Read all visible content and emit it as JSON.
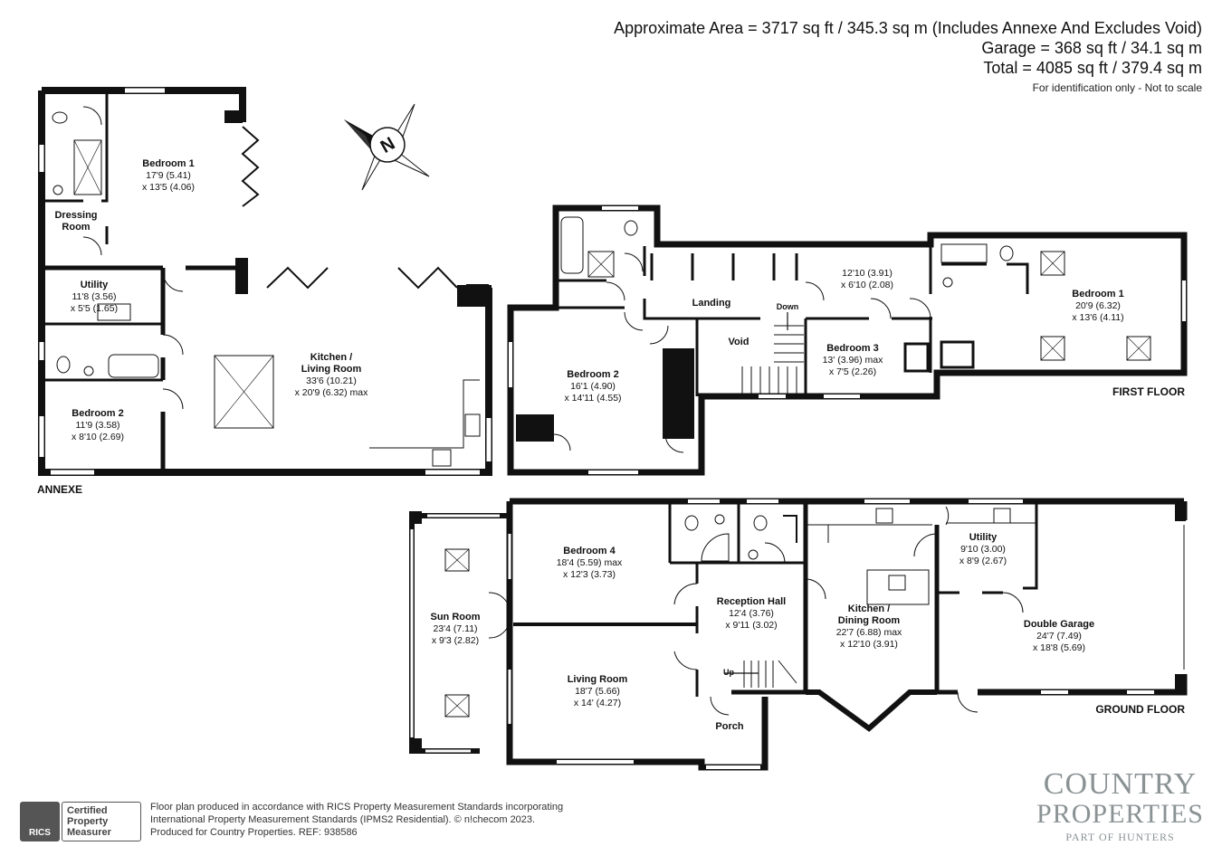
{
  "header": {
    "line1": "Approximate Area = 3717 sq ft / 345.3 sq m (Includes Annexe And Excludes Void)",
    "line2": "Garage = 368 sq ft / 34.1 sq m",
    "line3": "Total = 4085 sq ft / 379.4 sq m",
    "note": "For identification only - Not to scale"
  },
  "floors": {
    "annexe": "ANNEXE",
    "first": "FIRST FLOOR",
    "ground": "GROUND FLOOR"
  },
  "compass": {
    "letter": "N"
  },
  "rooms": {
    "annexe_bed1": {
      "name": "Bedroom 1",
      "d1": "17'9 (5.41)",
      "d2": "x 13'5 (4.06)"
    },
    "annexe_dressing": {
      "name": "Dressing",
      "name2": "Room"
    },
    "annexe_utility": {
      "name": "Utility",
      "d1": "11'8 (3.56)",
      "d2": "x 5'5 (1.65)"
    },
    "annexe_kitchen": {
      "name": "Kitchen /",
      "name2": "Living Room",
      "d1": "33'6 (10.21)",
      "d2": "x 20'9 (6.32) max"
    },
    "annexe_bed2": {
      "name": "Bedroom 2",
      "d1": "11'9 (3.58)",
      "d2": "x 8'10 (2.69)"
    },
    "ff_bed2": {
      "name": "Bedroom 2",
      "d1": "16'1 (4.90)",
      "d2": "x 14'11 (4.55)"
    },
    "ff_landing": {
      "name": "Landing"
    },
    "ff_void": {
      "name": "Void"
    },
    "ff_down": {
      "name": "Down"
    },
    "ff_room": {
      "d1": "12'10 (3.91)",
      "d2": "x 6'10 (2.08)"
    },
    "ff_bed3": {
      "name": "Bedroom 3",
      "d1": "13' (3.96) max",
      "d2": "x 7'5 (2.26)"
    },
    "ff_bed1": {
      "name": "Bedroom 1",
      "d1": "20'9 (6.32)",
      "d2": "x 13'6 (4.11)"
    },
    "gf_sun": {
      "name": "Sun Room",
      "d1": "23'4 (7.11)",
      "d2": "x 9'3 (2.82)"
    },
    "gf_bed4": {
      "name": "Bedroom 4",
      "d1": "18'4 (5.59) max",
      "d2": "x 12'3 (3.73)"
    },
    "gf_living": {
      "name": "Living Room",
      "d1": "18'7 (5.66)",
      "d2": "x 14' (4.27)"
    },
    "gf_reception": {
      "name": "Reception Hall",
      "d1": "12'4 (3.76)",
      "d2": "x 9'11 (3.02)"
    },
    "gf_up": {
      "name": "Up"
    },
    "gf_porch": {
      "name": "Porch"
    },
    "gf_kitchen": {
      "name": "Kitchen /",
      "name2": "Dining Room",
      "d1": "22'7 (6.88) max",
      "d2": "x 12'10 (3.91)"
    },
    "gf_utility": {
      "name": "Utility",
      "d1": "9'10 (3.00)",
      "d2": "x 8'9 (2.67)"
    },
    "gf_garage": {
      "name": "Double Garage",
      "d1": "24'7 (7.49)",
      "d2": "x 18'8 (5.69)"
    }
  },
  "footer": {
    "line1": "Floor plan produced in accordance with RICS Property Measurement Standards incorporating",
    "line2": "International Property Measurement Standards (IPMS2 Residential).  © n!checom 2023.",
    "line3": "Produced for Country Properties.   REF: 938586"
  },
  "rics": {
    "logo": "RICS",
    "l1": "Certified",
    "l2": "Property",
    "l3": "Measurer"
  },
  "brand": {
    "l1": "COUNTRY",
    "l2": "PROPERTIES",
    "l3": "PART OF HUNTERS"
  },
  "colors": {
    "wall": "#111111",
    "window": "#ffffff",
    "text": "#111111",
    "brand": "#8a9294"
  }
}
